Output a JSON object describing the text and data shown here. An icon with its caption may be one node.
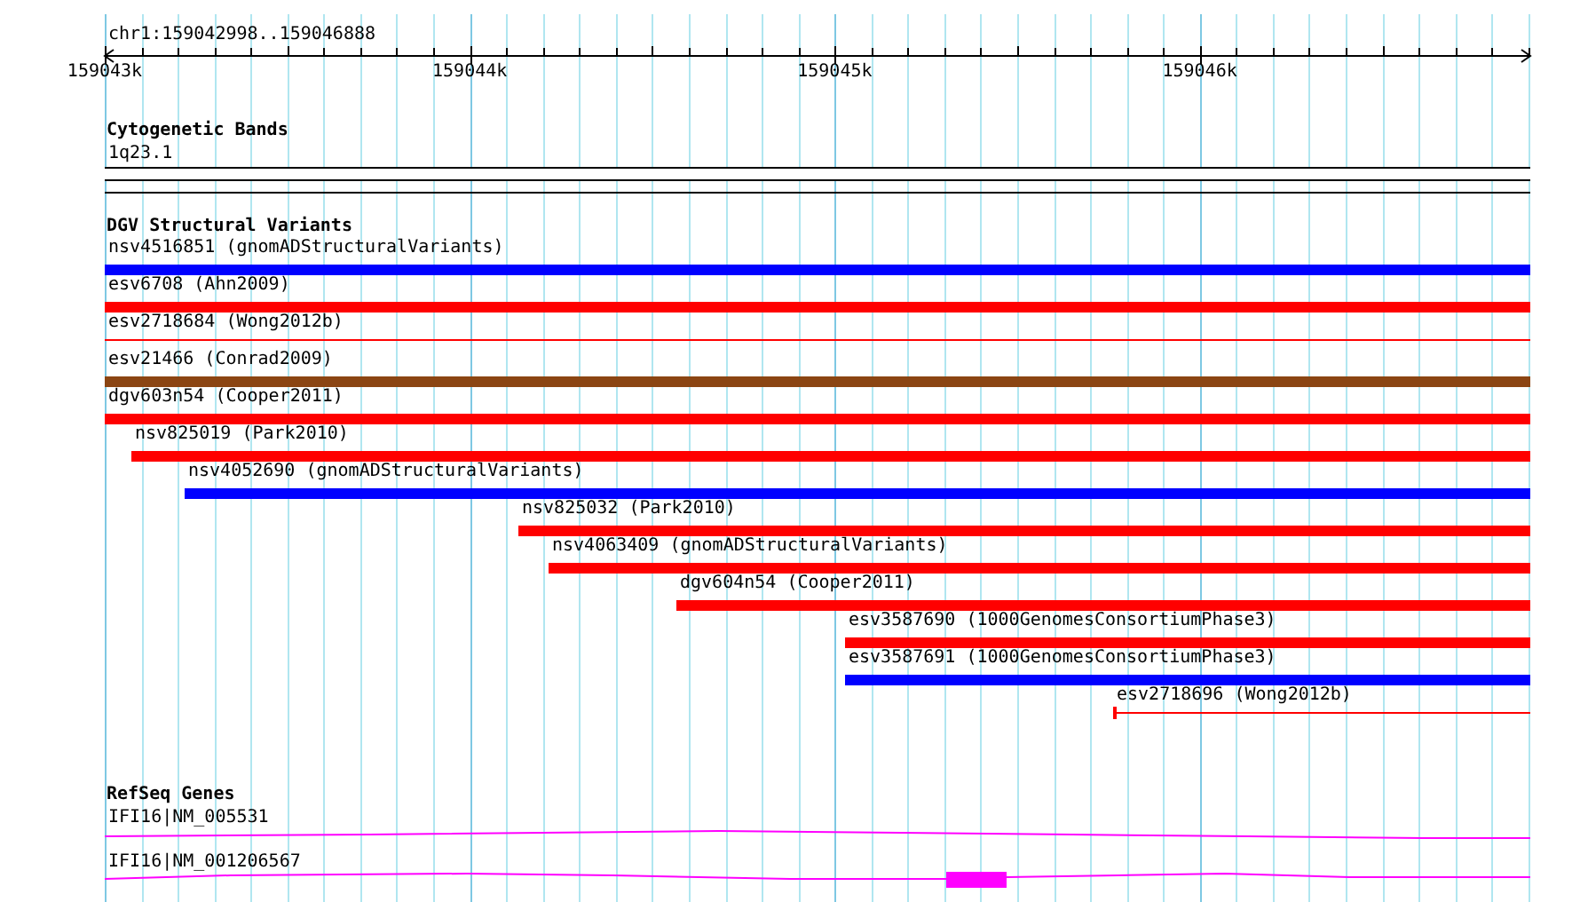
{
  "diagram": {
    "title": "chr1:159042998..159046888",
    "nodes": [
      {
        "text": [
          "1q23.1"
        ]
      },
      {
        "text": [
          "nsv4516851 (gnomADStructuralVariants)"
        ]
      },
      {
        "text": [
          "esv6708 (Ahn2009)"
        ]
      },
      {
        "text": [
          "esv2718684 (Wong2012b)"
        ]
      },
      {
        "text": [
          "esv21466 (Conrad2009)"
        ]
      },
      {
        "text": [
          "dgv603n54 (Cooper2011)"
        ]
      },
      {
        "text": [
          "nsv825019 (Park2010)"
        ]
      },
      {
        "text": [
          "nsv4052690 (gnomADStructuralVariants)"
        ]
      },
      {
        "text": [
          "nsv825032 (Park2010)"
        ]
      },
      {
        "text": [
          "nsv4063409 (gnomADStructuralVariants)"
        ]
      },
      {
        "text": [
          "dgv604n54 (Cooper2011)"
        ]
      },
      {
        "text": [
          "esv3587690 (1000GenomesConsortiumPhase3)"
        ]
      },
      {
        "text": [
          "esv3587691 (1000GenomesConsortiumPhase3)"
        ]
      },
      {
        "text": [
          "esv2718696 (Wong2012b)"
        ]
      },
      {
        "text": [
          "IFI16|NM_005531"
        ]
      },
      {
        "text": [
          "IFI16|NM_001206567"
        ]
      }
    ],
    "labels": [
      "159043k",
      "159044k",
      "159045k",
      "159046k",
      "Cytogenetic Bands",
      "DGV Structural Variants",
      "RefSeq Genes"
    ]
  }
}
